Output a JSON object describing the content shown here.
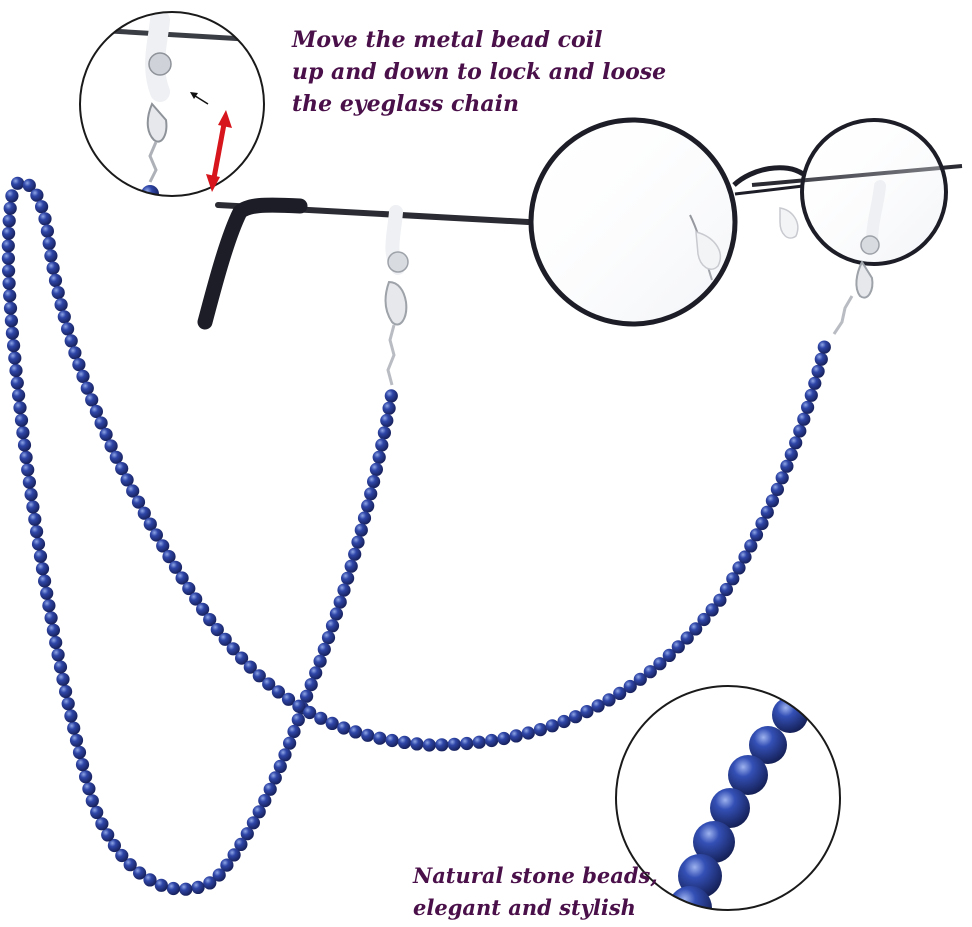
{
  "captions": {
    "coil": [
      "Move the metal bead coil",
      "up and down to lock and loose",
      "the eyeglass chain"
    ],
    "beads": [
      "Natural stone beads,",
      "elegant and stylish"
    ]
  },
  "colors": {
    "caption_text": "#4a1049",
    "bead_dark": "#1e2a6e",
    "bead_mid": "#2f46a8",
    "bead_highlight": "#8fa6e6",
    "frame": "#1c1d26",
    "arrow_red": "#d6161c",
    "metal": "#b9bcc2"
  },
  "icons": {
    "zoom_coil": "magnified-coil-inset",
    "zoom_beads": "magnified-beads-inset",
    "arrow": "double-headed-arrow-icon"
  }
}
